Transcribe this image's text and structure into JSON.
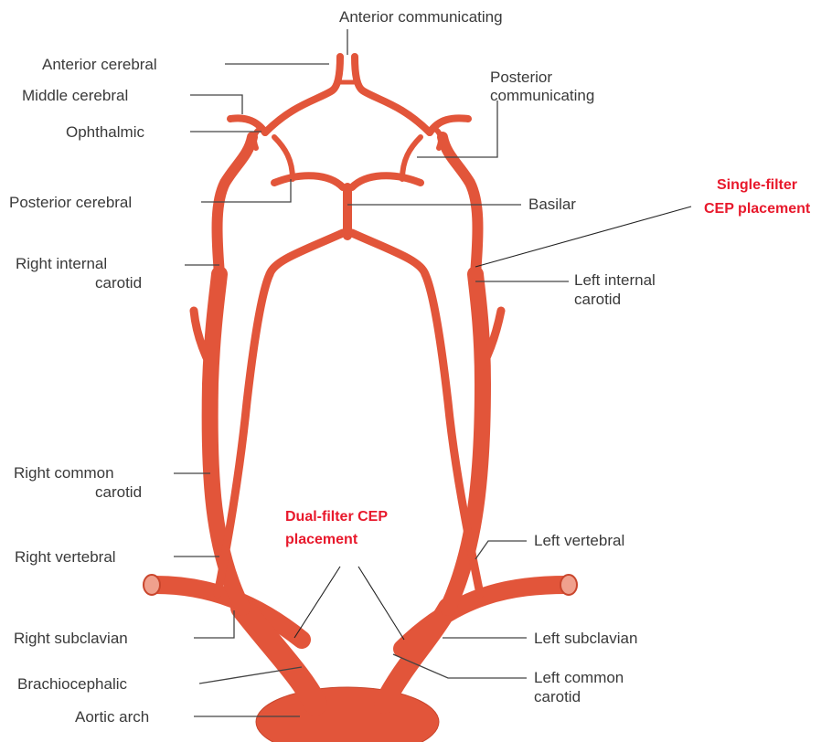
{
  "colors": {
    "artery": "#e2553a",
    "artery_dark": "#c9452c",
    "annotation": "#e8192c",
    "label": "#3a3a3a"
  },
  "labels": {
    "anterior_communicating": "Anterior communicating",
    "anterior_cerebral": "Anterior cerebral",
    "middle_cerebral": "Middle cerebral",
    "ophthalmic": "Ophthalmic",
    "posterior_communicating_1": "Posterior",
    "posterior_communicating_2": "communicating",
    "posterior_cerebral": "Posterior cerebral",
    "basilar": "Basilar",
    "right_internal_carotid_1": "Right internal",
    "right_internal_carotid_2": "carotid",
    "left_internal_carotid_1": "Left internal",
    "left_internal_carotid_2": "carotid",
    "right_common_carotid_1": "Right common",
    "right_common_carotid_2": "carotid",
    "right_vertebral": "Right vertebral",
    "left_vertebral": "Left vertebral",
    "right_subclavian": "Right subclavian",
    "left_subclavian": "Left subclavian",
    "brachiocephalic": "Brachiocephalic",
    "left_common_carotid_1": "Left common",
    "left_common_carotid_2": "carotid",
    "aortic_arch": "Aortic arch"
  },
  "annotations": {
    "single_filter_1": "Single-filter",
    "single_filter_2": "CEP placement",
    "dual_filter_1": "Dual-filter CEP",
    "dual_filter_2": "placement"
  }
}
